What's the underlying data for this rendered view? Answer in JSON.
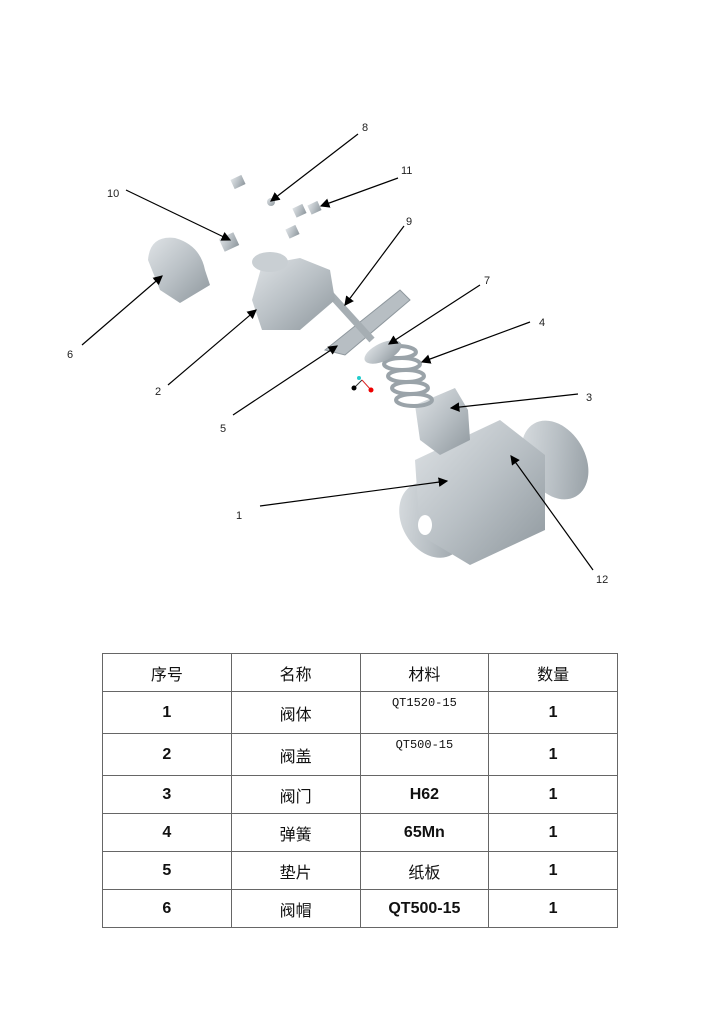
{
  "diagram": {
    "callouts": [
      "1",
      "2",
      "3",
      "4",
      "5",
      "6",
      "7",
      "8",
      "9",
      "10",
      "11",
      "12"
    ]
  },
  "table": {
    "headers": [
      "序号",
      "名称",
      "材料",
      "数量"
    ],
    "rows": [
      [
        "1",
        "阀体",
        "QT1520-15",
        "1"
      ],
      [
        "2",
        "阀盖",
        "QT500-15",
        "1"
      ],
      [
        "3",
        "阀门",
        "H62",
        "1"
      ],
      [
        "4",
        "弹簧",
        "65Mn",
        "1"
      ],
      [
        "5",
        "垫片",
        "纸板",
        "1"
      ],
      [
        "6",
        "阀帽",
        "QT500-15",
        "1"
      ]
    ]
  }
}
